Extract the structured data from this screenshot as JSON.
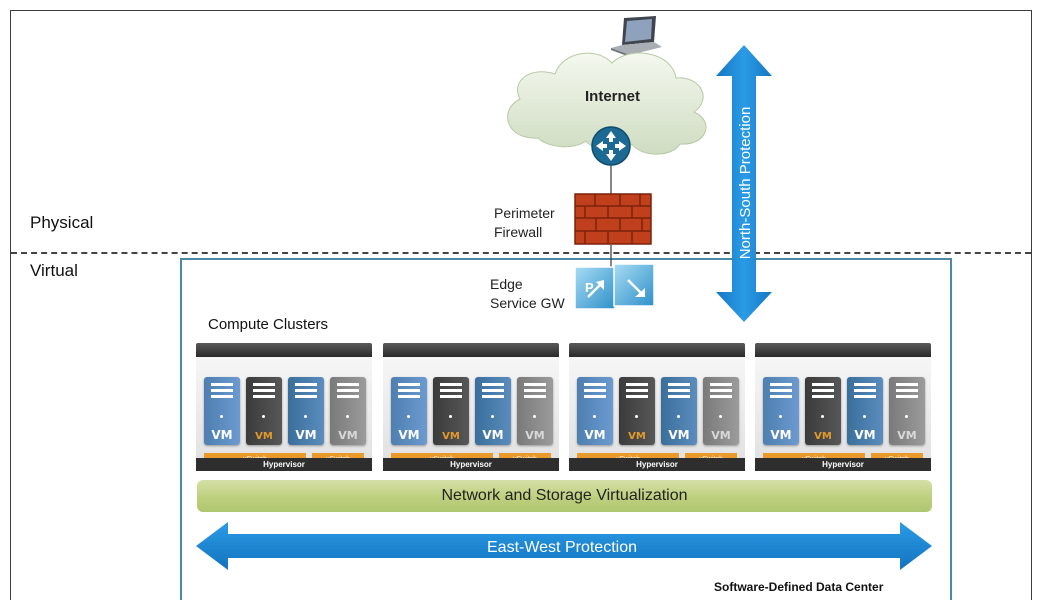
{
  "zones": {
    "physical": "Physical",
    "virtual": "Virtual"
  },
  "internet": {
    "label": "Internet"
  },
  "firewall": {
    "line1": "Perimeter",
    "line2": "Firewall"
  },
  "edge": {
    "line1": "Edge",
    "line2": "Service GW",
    "icon_letters": "P"
  },
  "north_south": {
    "label": "North-South Protection"
  },
  "compute": {
    "title": "Compute Clusters"
  },
  "clusters": [
    {
      "hypervisor": "Hypervisor",
      "vswitch_a": "vSwitch",
      "vswitch_b": "vSwitch",
      "vms": [
        "VM",
        "VM",
        "VM",
        "VM"
      ]
    },
    {
      "hypervisor": "Hypervisor",
      "vswitch_a": "vSwitch",
      "vswitch_b": "vSwitch",
      "vms": [
        "VM",
        "VM",
        "VM",
        "VM"
      ]
    },
    {
      "hypervisor": "Hypervisor",
      "vswitch_a": "vSwitch",
      "vswitch_b": "vSwitch",
      "vms": [
        "VM",
        "VM",
        "VM",
        "VM"
      ]
    },
    {
      "hypervisor": "Hypervisor",
      "vswitch_a": "vSwitch",
      "vswitch_b": "vSwitch",
      "vms": [
        "VM",
        "VM",
        "VM",
        "VM"
      ]
    }
  ],
  "nsv": {
    "label": "Network and Storage Virtualization"
  },
  "east_west": {
    "label": "East-West Protection"
  },
  "sddc": {
    "label": "Software-Defined Data Center"
  },
  "colors": {
    "arrow_blue": "#1a8ad8",
    "firewall_red": "#c0401e",
    "router_blue": "#1c6a94",
    "nsv_green": "#c3d48a",
    "vswitch_orange": "#e99a2a",
    "sddc_border": "#4a8aa8"
  }
}
